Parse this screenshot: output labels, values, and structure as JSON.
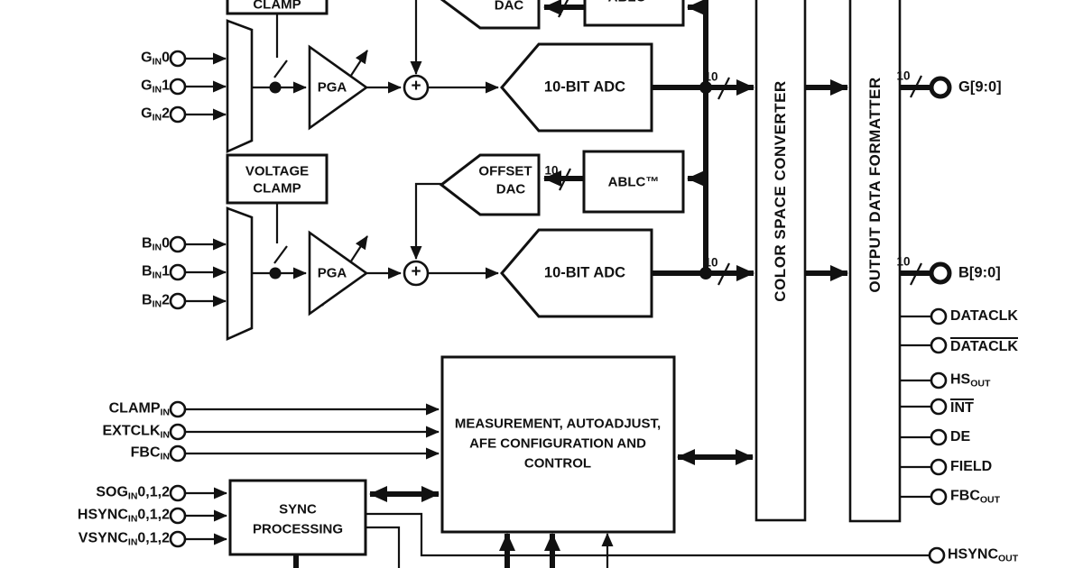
{
  "blocks": {
    "voltage_clamp": {
      "line1": "VOLTAGE",
      "line2": "CLAMP"
    },
    "offset_dac": {
      "line1": "OFFSET",
      "line2": "DAC"
    },
    "ablc": "ABLC™",
    "pga": "PGA",
    "adc": "10-BIT ADC",
    "csc": "COLOR SPACE CONVERTER",
    "odf": "OUTPUT DATA FORMATTER",
    "measurement": {
      "line1": "MEASUREMENT, AUTOADJUST,",
      "line2": "AFE CONFIGURATION AND",
      "line3": "CONTROL"
    },
    "sync_processing": {
      "line1": "SYNC",
      "line2": "PROCESSING"
    },
    "summing_node": "+",
    "bus_width": "10"
  },
  "pins": {
    "g_in0": {
      "pre": "G",
      "sub": "IN",
      "post": "0"
    },
    "g_in1": {
      "pre": "G",
      "sub": "IN",
      "post": "1"
    },
    "g_in2": {
      "pre": "G",
      "sub": "IN",
      "post": "2"
    },
    "b_in0": {
      "pre": "B",
      "sub": "IN",
      "post": "0"
    },
    "b_in1": {
      "pre": "B",
      "sub": "IN",
      "post": "1"
    },
    "b_in2": {
      "pre": "B",
      "sub": "IN",
      "post": "2"
    },
    "clamp_in": {
      "pre": "CLAMP",
      "sub": "IN",
      "post": ""
    },
    "extclk_in": {
      "pre": "EXTCLK",
      "sub": "IN",
      "post": ""
    },
    "fbc_in": {
      "pre": "FBC",
      "sub": "IN",
      "post": ""
    },
    "sog_in": {
      "pre": "SOG",
      "sub": "IN",
      "post": "0,1,2"
    },
    "hsync_in": {
      "pre": "HSYNC",
      "sub": "IN",
      "post": "0,1,2"
    },
    "vsync_in": {
      "pre": "VSYNC",
      "sub": "IN",
      "post": "0,1,2"
    },
    "g_bus": "G[9:0]",
    "b_bus": "B[9:0]",
    "dataclk": "DATACLK",
    "dataclk_n": "DATACLK",
    "hs_out": {
      "pre": "HS",
      "sub": "OUT",
      "post": ""
    },
    "int_n": "INT",
    "de": "DE",
    "field": "FIELD",
    "fbc_out": {
      "pre": "FBC",
      "sub": "OUT",
      "post": ""
    },
    "hsync_out": {
      "pre": "HSYNC",
      "sub": "OUT",
      "post": ""
    }
  },
  "colors": {
    "ink": "#111111",
    "paper": "#ffffff"
  }
}
